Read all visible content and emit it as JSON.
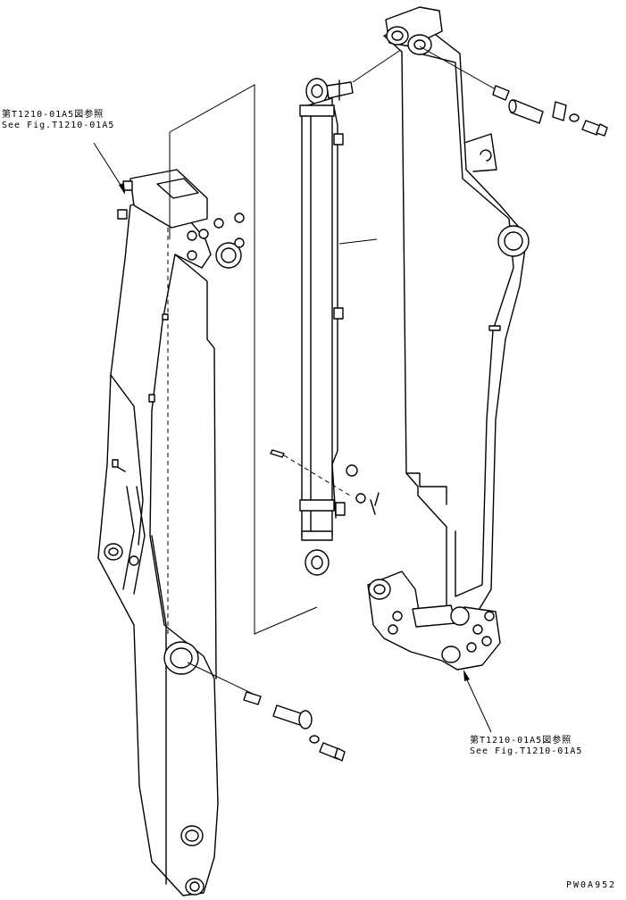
{
  "callouts": [
    {
      "id": "top-left",
      "line1": "第T1210-01A5図参照",
      "line2": "See Fig.T1210-01A5"
    },
    {
      "id": "bottom-right",
      "line1": "第T1210-01A5図参照",
      "line2": "See Fig.T1210-01A5"
    }
  ],
  "drawing_code": "PW0A952"
}
